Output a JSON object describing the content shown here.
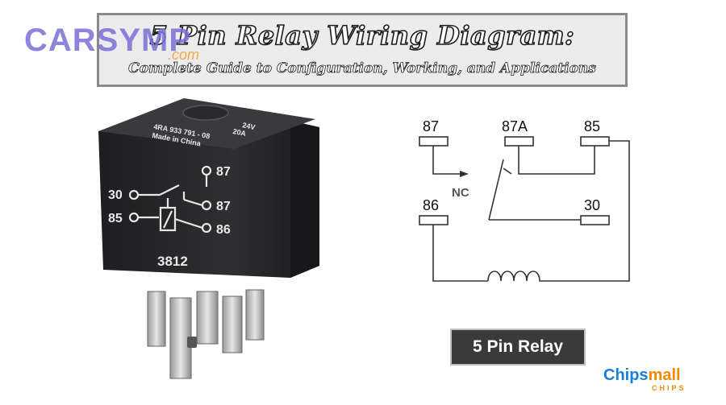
{
  "title": {
    "main": "5 Pin Relay Wiring Diagram:",
    "subtitle": "Complete Guide to Configuration, Working, and Applications"
  },
  "watermark": {
    "logo": "CARSYMP",
    "logo_suffix": ".com"
  },
  "relay_photo": {
    "top_markings": [
      "24V",
      "20A",
      "4RA 933 791 - 08",
      "Made in China"
    ],
    "pins": {
      "top_right_a": "87",
      "left_upper": "30",
      "right_mid": "87",
      "left_lower": "85",
      "right_lower": "86"
    },
    "part_number": "3812"
  },
  "schematic": {
    "terminals": {
      "t87": "87",
      "t87a": "87A",
      "t85": "85",
      "t86": "86",
      "t30": "30"
    },
    "nc_label": "NC"
  },
  "caption": "5 Pin Relay",
  "brand": {
    "part1": "Chips",
    "part2": "mall",
    "tagline": "CHIPS"
  },
  "colors": {
    "caption_bg": "#3a3a3a",
    "title_bg": "#ececec",
    "relay_body": "#2a2a2c",
    "brand_blue": "#1a7fd6",
    "brand_orange": "#f08a00"
  }
}
